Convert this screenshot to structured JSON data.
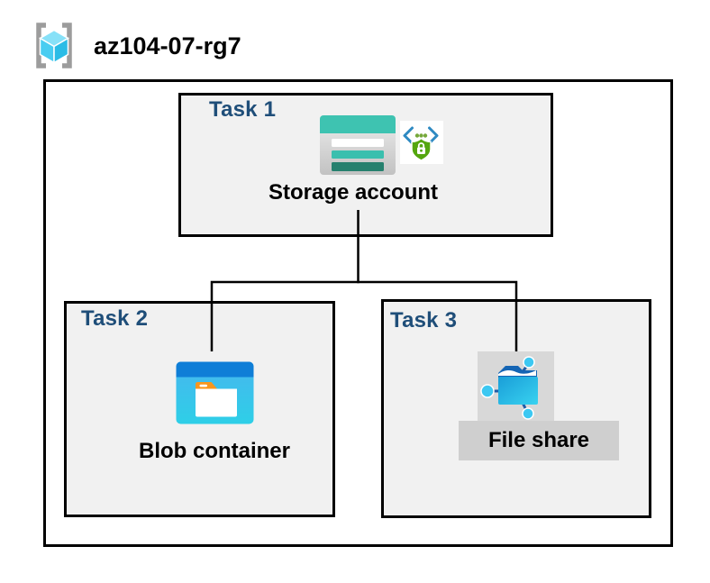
{
  "header": {
    "resource_group": "az104-07-rg7"
  },
  "tasks": {
    "task1": {
      "label": "Task 1",
      "item": "Storage account"
    },
    "task2": {
      "label": "Task 2",
      "item": "Blob container"
    },
    "task3": {
      "label": "Task 3",
      "item": "File share"
    }
  },
  "icons": {
    "resource_group": "resource-group-icon (gray brackets with cyan cube)",
    "storage_account": "storage-account-icon (teal striped card)",
    "secure_endpoint": "secure-endpoint-icon (blue angle brackets, green dots, green shield lock)",
    "blob_container": "blob-container-icon (blue window with white folder, orange tab)",
    "file_share": "file-share-icon (blue folder with cyan network nodes)"
  },
  "colors": {
    "task_label": "#1f4e79",
    "box_fill": "#f1f1f1",
    "border": "#000000",
    "storage_teal": "#3ec3b1",
    "storage_teal_dark": "#26806e",
    "blob_band_blue": "#0f7ed7",
    "blob_body_cyan": "#2ecfe7",
    "folder_tab_orange": "#f8961d",
    "endpoint_blue": "#2e8ac2",
    "endpoint_green": "#54a60f",
    "node_cyan": "#3cc8f2",
    "folder_navy": "#1565b4",
    "highlight_gray": "#d2d2d2",
    "bracket_gray": "#9c9c9c",
    "cube_cyan_top": "#87e1f8",
    "cube_cyan_left": "#49cdf1",
    "cube_cyan_right": "#2abce6"
  }
}
